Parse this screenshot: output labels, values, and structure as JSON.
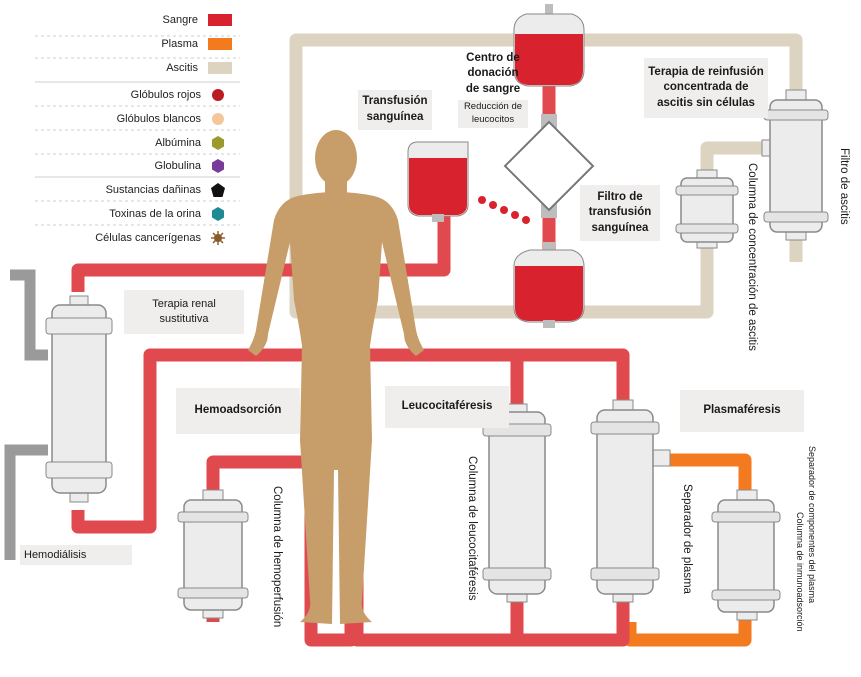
{
  "legend": {
    "flows": [
      {
        "label": "Sangre",
        "color": "#d8232e"
      },
      {
        "label": "Plasma",
        "color": "#f47a1f"
      },
      {
        "label": "Ascitis",
        "color": "#ddd3c1"
      }
    ],
    "components": [
      {
        "label": "Glóbulos rojos",
        "color": "#b91c22",
        "icon": "circle"
      },
      {
        "label": "Glóbulos blancos",
        "color": "#f2c89a",
        "icon": "circle"
      },
      {
        "label": "Albúmina",
        "color": "#9c9a2c",
        "icon": "hexagon"
      },
      {
        "label": "Globulina",
        "color": "#7a3a9a",
        "icon": "hexagon"
      }
    ],
    "harmful": [
      {
        "label": "Sustancias dañinas",
        "color": "#111111",
        "icon": "pentagon"
      },
      {
        "label": "Toxinas de la orina",
        "color": "#1e8a96",
        "icon": "hexagon"
      },
      {
        "label": "Células cancerígenas",
        "color": "#8a5a2a",
        "icon": "spiky"
      }
    ]
  },
  "labels": {
    "blood_donation_center": "Centro de donación de sangre",
    "leukocyte_reduction": "Reducción de leucocitos",
    "blood_transfusion": "Transfusión sanguínea",
    "transfusion_filter": "Filtro de transfusión sanguínea",
    "ascites_reinfusion": "Terapia de reinfusión concentrada de ascitis sin células",
    "ascites_filter": "Filtro de ascitis",
    "ascites_concentration_column": "Columna de concentración de ascitis",
    "renal_therapy": "Terapia renal sustitutiva",
    "hemodialysis": "Hemodiálisis",
    "hemoadsorption": "Hemoadsorción",
    "hemoperfusion_column": "Columna de hemoperfusión",
    "leukocytapheresis": "Leucocitaféresis",
    "leukocytapheresis_column": "Columna de leucocitaféresis",
    "plasmapheresis": "Plasmaféresis",
    "plasma_separator": "Separador de plasma",
    "plasma_component_separator": "Separador de componentes del plasma",
    "immunoadsorption_column": "Columna de inmunoadsorción"
  },
  "colors": {
    "blood": "#e04a4f",
    "plasma": "#f47a1f",
    "ascites": "#ddd3c1",
    "body": "#c79d6a",
    "device": "#ececec",
    "device_stroke": "#8a8a8a",
    "dialyzer_tube": "#9a9a9a",
    "bag_blood": "#d8232e",
    "label_bg": "#f0eded"
  }
}
